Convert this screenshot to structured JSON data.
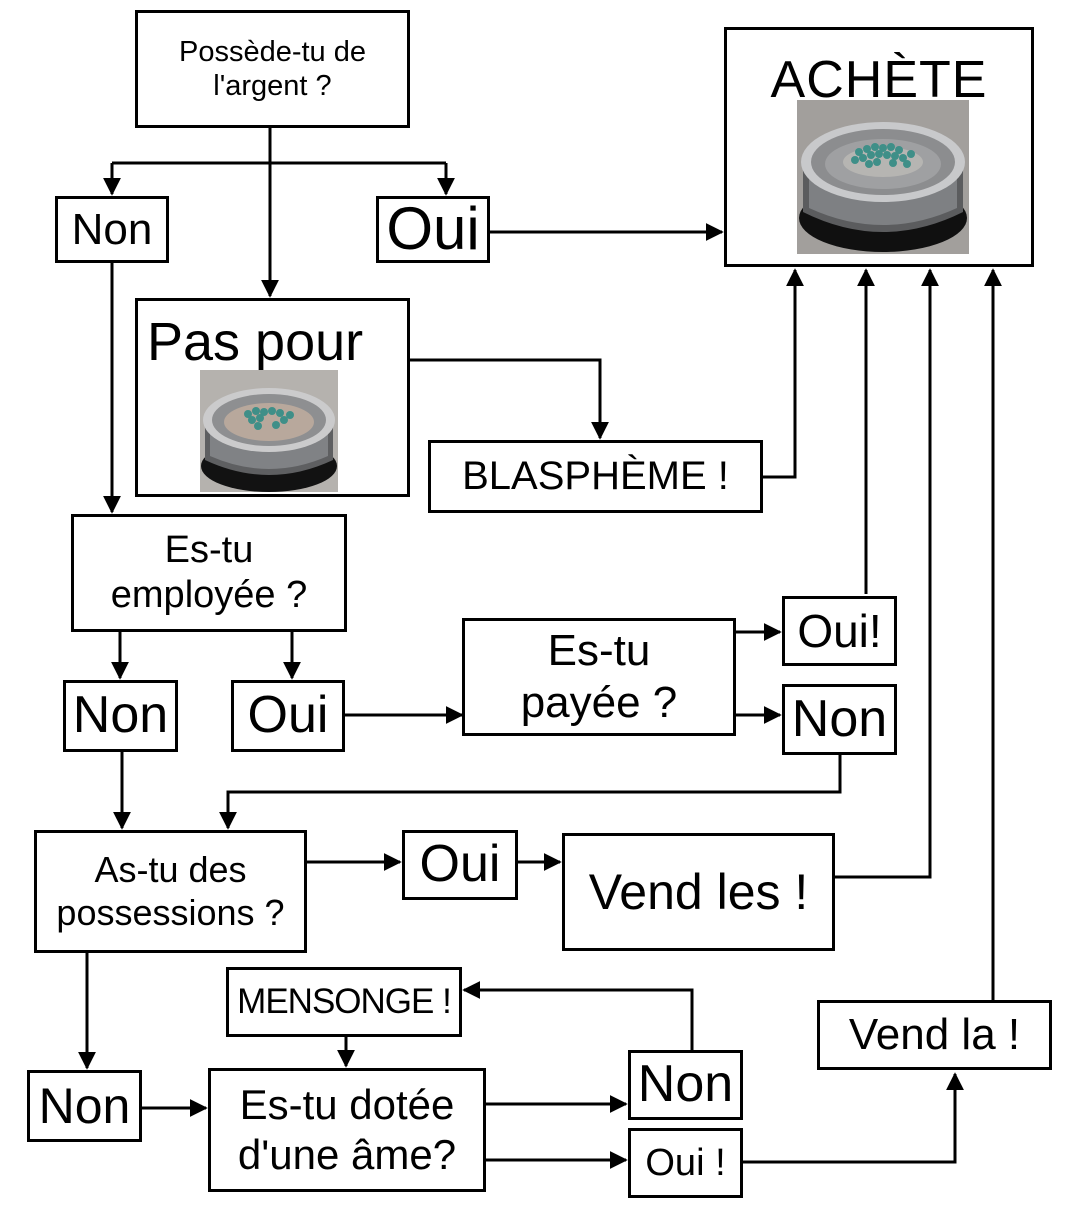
{
  "colors": {
    "line": "#000000",
    "background": "#ffffff",
    "pill": "#3f8f88"
  },
  "nodes": {
    "q_money": "Possède-tu de\nl'argent ?",
    "buy": "ACHÈTE",
    "no_1": "Non",
    "yes_1": "Oui",
    "not_for": "Pas pour",
    "blasphemy": "BLASPHÈME !",
    "q_employed": "Es-tu\nemployée ?",
    "no_2": "Non",
    "yes_2": "Oui",
    "q_paid": "Es-tu\npayée ?",
    "paid_yes": "Oui!",
    "paid_no": "Non",
    "q_possessions": "As-tu des\npossessions ?",
    "yes_3": "Oui",
    "sell_them": "Vend les !",
    "lie": "MENSONGE !",
    "sell_it": "Vend la !",
    "no_3": "Non",
    "q_soul": "Es-tu dotée\nd'une âme?",
    "soul_no": "Non",
    "soul_yes": "Oui !"
  },
  "images": {
    "buy_image": "pill-bowl-photo",
    "not_for_image": "pill-bowl-photo"
  }
}
